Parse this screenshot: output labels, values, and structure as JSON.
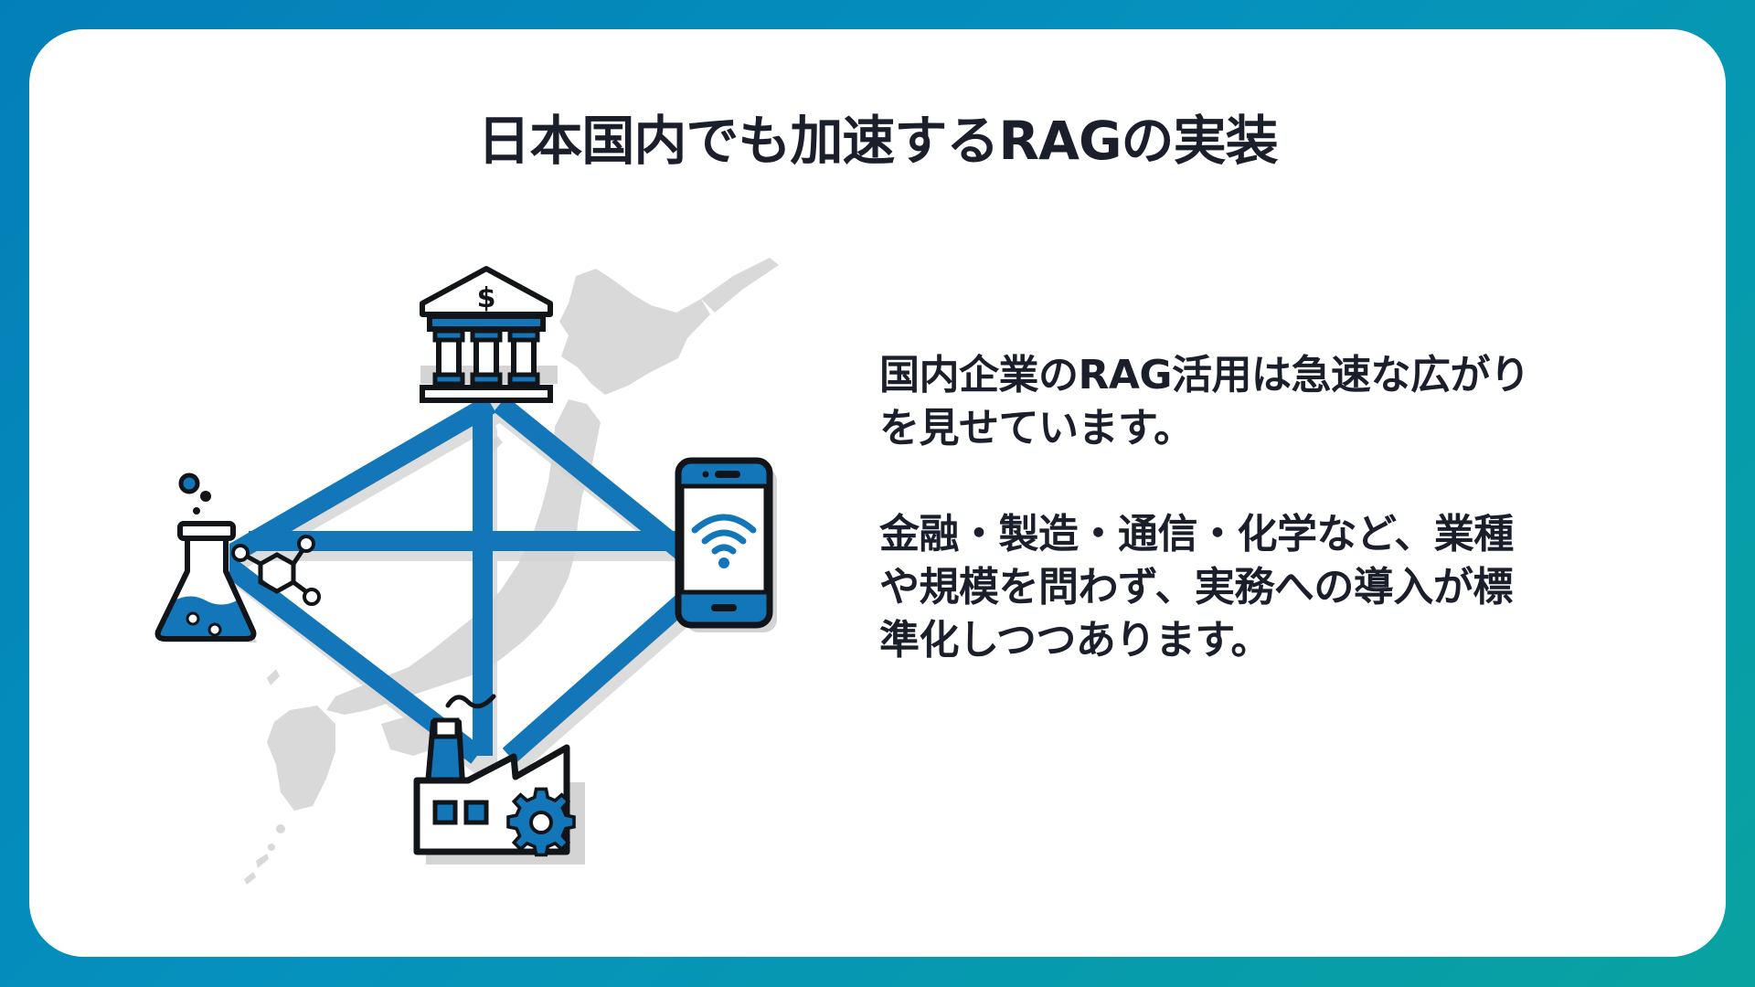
{
  "slide": {
    "title": "日本国内でも加速するRAGの実装",
    "paragraphs": [
      {
        "lines": [
          "国内企業のRAG活用は急速な広がり",
          "を見せています。"
        ]
      },
      {
        "lines": [
          "金融・製造・通信・化学など、業種",
          "や規模を問わず、実務への導入が標",
          "準化しつつあります。"
        ]
      }
    ]
  },
  "illustration": {
    "background": "japan-map",
    "nodes": [
      {
        "icon": "bank-icon",
        "industry": "金融"
      },
      {
        "icon": "smartphone-wifi-icon",
        "industry": "通信"
      },
      {
        "icon": "factory-gear-icon",
        "industry": "製造"
      },
      {
        "icon": "flask-molecule-icon",
        "industry": "化学"
      }
    ]
  },
  "colors": {
    "background_start": "#037fb8",
    "background_end": "#08a3a0",
    "accent_blue": "#1376b8",
    "text": "#1a1f2b",
    "map_gray": "#d9d9d9",
    "card": "#ffffff"
  }
}
